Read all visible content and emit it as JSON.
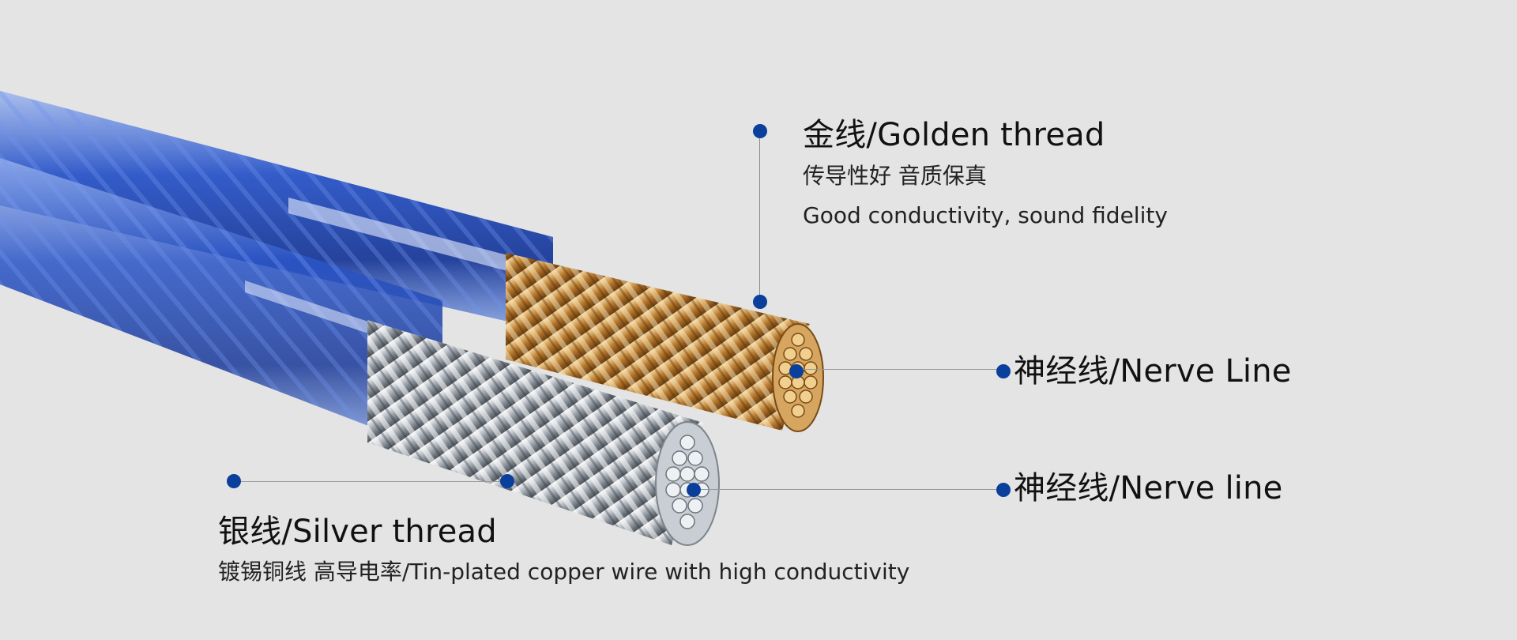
{
  "colors": {
    "background": "#e4e4e4",
    "marker": "#0a3f9c",
    "sheath": "#2a55c8",
    "gold": "#c8893a",
    "silver": "#b9bfc6"
  },
  "labels": {
    "golden": {
      "title": "金线/Golden thread",
      "line1": "传导性好  音质保真",
      "line2": "Good conductivity, sound fidelity"
    },
    "nerve_upper": {
      "title": "神经线/Nerve Line"
    },
    "nerve_lower": {
      "title": "神经线/Nerve line"
    },
    "silver": {
      "title": "银线/Silver thread",
      "line1": "镀锡铜线 高导电率/Tin-plated copper wire with high conductivity"
    }
  }
}
